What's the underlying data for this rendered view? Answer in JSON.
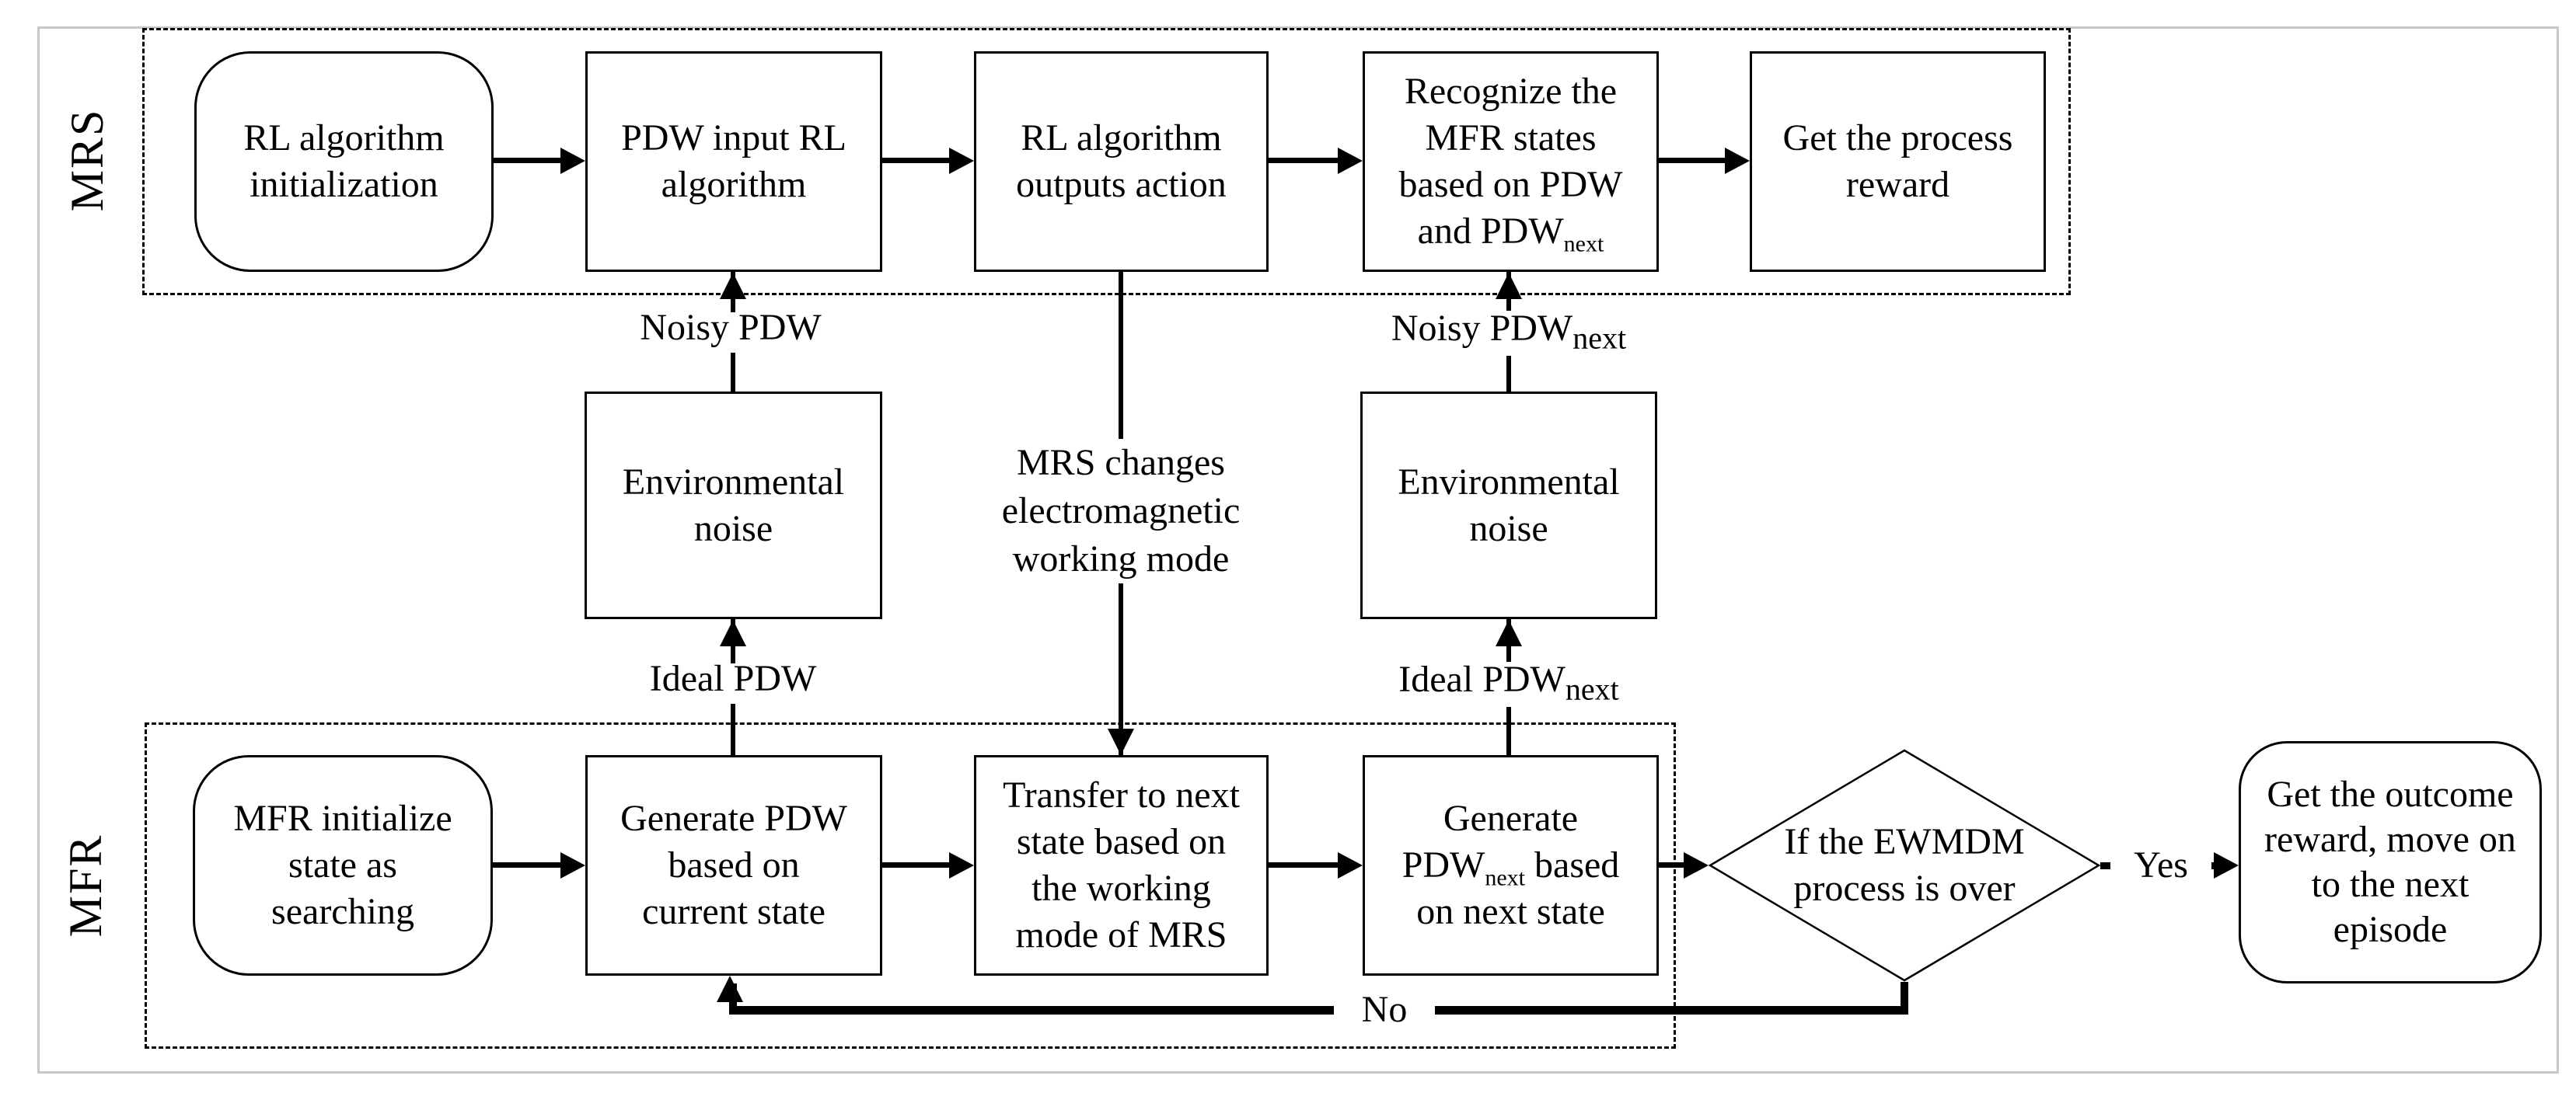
{
  "figure": {
    "type": "flowchart",
    "colors": {
      "background": "#ffffff",
      "line": "#000000",
      "frame_border": "#c8c8c8"
    }
  },
  "sections": {
    "top_label": "MRS",
    "bottom_label": "MFR"
  },
  "boxes": {
    "rl_init": {
      "shape": "rounded",
      "lines": [
        "RL algorithm",
        "initialization"
      ]
    },
    "pdw_input": {
      "shape": "rect",
      "lines": [
        "PDW input RL",
        "algorithm"
      ]
    },
    "rl_outputs": {
      "shape": "rect",
      "lines": [
        "RL algorithm",
        "outputs action"
      ]
    },
    "recognize": {
      "shape": "rect",
      "lines": [
        "Recognize the",
        "MFR states",
        "based on PDW",
        {
          "pre": "and PDW",
          "sub": "next"
        }
      ]
    },
    "process_reward": {
      "shape": "rect",
      "lines": [
        "Get the process",
        "reward"
      ]
    },
    "env_noise_left": {
      "shape": "rect",
      "lines": [
        "Environmental",
        "noise"
      ]
    },
    "env_noise_right": {
      "shape": "rect",
      "lines": [
        "Environmental",
        "noise"
      ]
    },
    "mfr_init": {
      "shape": "rounded",
      "lines": [
        "MFR initialize",
        "state as",
        "searching"
      ]
    },
    "generate_pdw": {
      "shape": "rect",
      "lines": [
        "Generate PDW",
        "based on",
        "current state"
      ]
    },
    "transfer": {
      "shape": "rect",
      "lines": [
        "Transfer to next",
        "state based on",
        "the working",
        "mode of MRS"
      ]
    },
    "generate_pdw_next": {
      "shape": "rect",
      "lines": [
        "Generate",
        {
          "pre": "PDW",
          "sub": "next",
          "post": " based"
        },
        "on next state"
      ]
    },
    "ewmdm_decision": {
      "shape": "diamond",
      "lines": [
        "If the EWMDM",
        "process is over"
      ]
    },
    "outcome_reward": {
      "shape": "rounded",
      "lines": [
        "Get the outcome",
        "reward, move on",
        "to the next",
        "episode"
      ]
    }
  },
  "connector_labels": {
    "noisy_pdw": {
      "pre": "Noisy PDW"
    },
    "ideal_pdw": {
      "pre": "Ideal PDW"
    },
    "noisy_pdw_next": {
      "pre": "Noisy PDW",
      "sub": "next"
    },
    "ideal_pdw_next": {
      "pre": "Ideal PDW",
      "sub": "next"
    },
    "mrs_changes": {
      "lines": [
        "MRS changes",
        "electromagnetic",
        "working mode"
      ]
    },
    "yes": "Yes",
    "no": "No"
  }
}
